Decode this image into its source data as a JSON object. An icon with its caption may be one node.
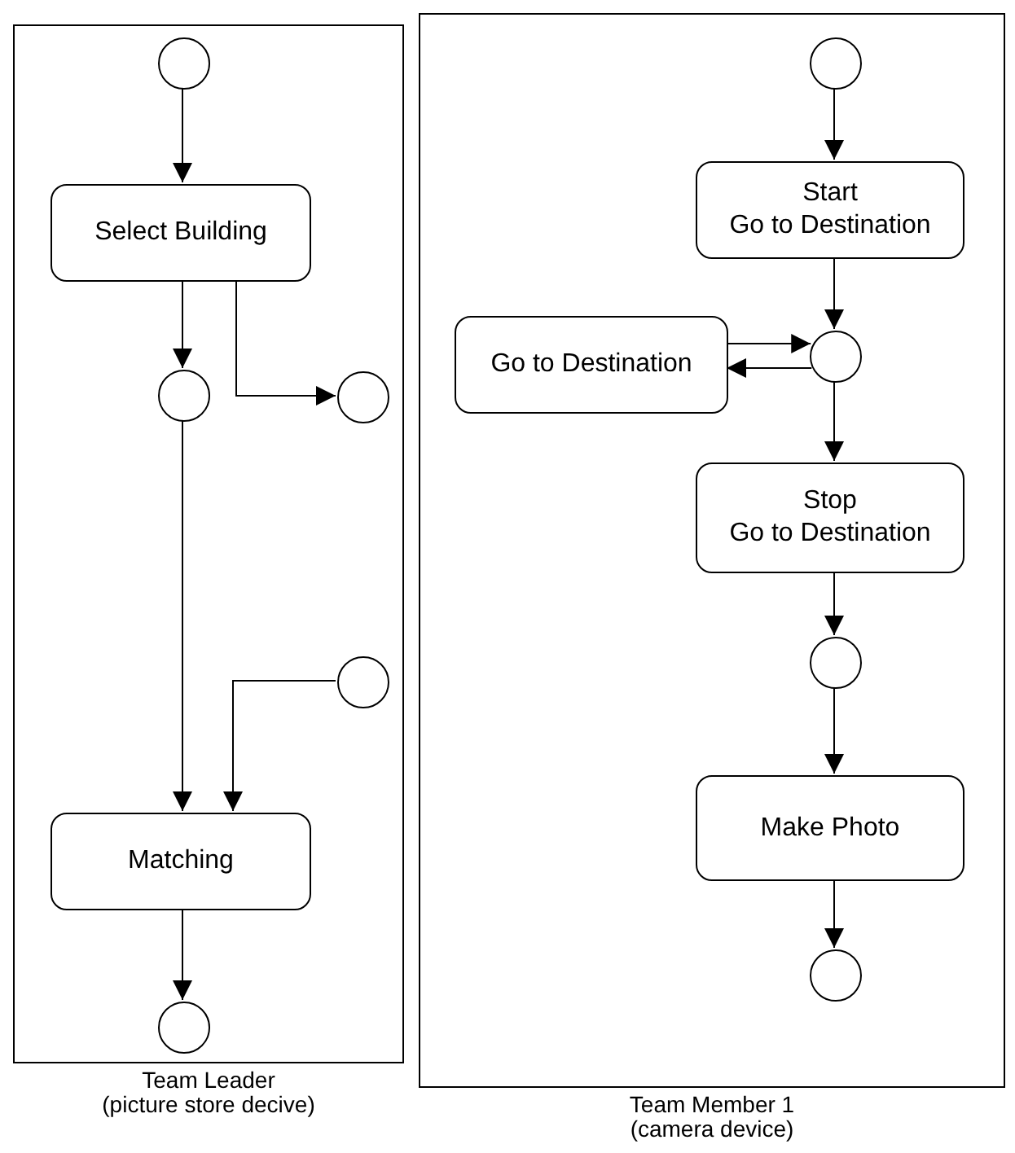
{
  "diagram": {
    "nodes": [
      {
        "text": [
          "Team Leader",
          "(picture store decive)"
        ]
      },
      {
        "text": [],
        "shape": "circle",
        "in": 0
      },
      {
        "text": [
          "Select Building"
        ],
        "in": 0
      },
      {
        "text": [],
        "shape": "circle",
        "in": 0
      },
      {
        "text": [],
        "shape": "circle",
        "in": 0
      },
      {
        "text": [],
        "shape": "circle",
        "in": 0
      },
      {
        "text": [
          "Matching"
        ],
        "in": 0
      },
      {
        "text": [],
        "shape": "circle",
        "in": 0
      },
      {
        "text": [
          "Team Member 1",
          "(camera device)"
        ]
      },
      {
        "text": [],
        "shape": "circle",
        "in": 8
      },
      {
        "text": [
          "Start",
          "Go to Destination"
        ],
        "in": 8
      },
      {
        "text": [
          "Go to Destination"
        ],
        "in": 8
      },
      {
        "text": [],
        "shape": "circle",
        "in": 8
      },
      {
        "text": [
          "Stop",
          "Go to Destination"
        ],
        "in": 8
      },
      {
        "text": [],
        "shape": "circle",
        "in": 8
      },
      {
        "text": [
          "Make Photo"
        ],
        "in": 8
      },
      {
        "text": [],
        "shape": "circle",
        "in": 8
      }
    ],
    "edges": [
      {
        "from": 1,
        "to": 2,
        "arrow": "to"
      },
      {
        "from": 2,
        "to": 3,
        "arrow": "to"
      },
      {
        "from": 2,
        "to": 4,
        "arrow": "to"
      },
      {
        "from": 3,
        "to": 6,
        "arrow": "to"
      },
      {
        "from": 5,
        "to": 6,
        "arrow": "to"
      },
      {
        "from": 6,
        "to": 7,
        "arrow": "to"
      },
      {
        "from": 9,
        "to": 10,
        "arrow": "to"
      },
      {
        "from": 10,
        "to": 12,
        "arrow": "to"
      },
      {
        "from": 11,
        "to": 12,
        "arrow": "to"
      },
      {
        "from": 12,
        "to": 11,
        "arrow": "to"
      },
      {
        "from": 12,
        "to": 13,
        "arrow": "to"
      },
      {
        "from": 13,
        "to": 14,
        "arrow": "to"
      },
      {
        "from": 14,
        "to": 15,
        "arrow": "to"
      },
      {
        "from": 15,
        "to": 16,
        "arrow": "to"
      }
    ]
  }
}
